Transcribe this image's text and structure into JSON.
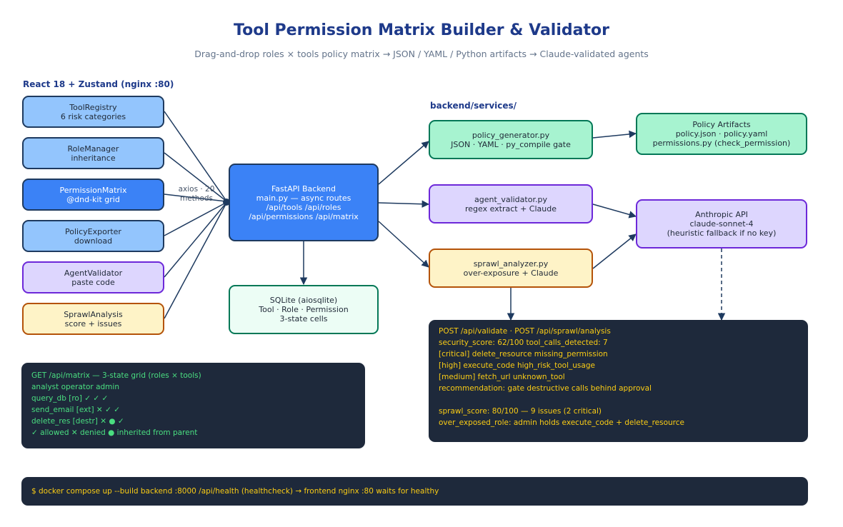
{
  "header": {
    "title": "Tool Permission Matrix Builder & Validator",
    "subtitle": "Drag-and-drop roles × tools policy matrix → JSON / YAML / Python artifacts → Claude-validated agents"
  },
  "frontend": {
    "label": "React 18 + Zustand (nginx :80)",
    "components": [
      {
        "name": "ToolRegistry",
        "detail": "6 risk categories"
      },
      {
        "name": "RoleManager",
        "detail": "inheritance"
      },
      {
        "name": "PermissionMatrix",
        "detail": "@dnd-kit grid"
      },
      {
        "name": "PolicyExporter",
        "detail": "download"
      },
      {
        "name": "AgentValidator",
        "detail": "paste code"
      },
      {
        "name": "SprawlAnalysis",
        "detail": "score + issues"
      }
    ]
  },
  "connection": {
    "label_line1": "axios · 20",
    "label_line2": "methods"
  },
  "backend": {
    "title": "FastAPI Backend",
    "lines": [
      "main.py — async routes",
      "/api/tools /api/roles",
      "/api/permissions /api/matrix"
    ]
  },
  "database": {
    "title": "SQLite (aiosqlite)",
    "lines": [
      "Tool · Role · Permission",
      "3-state cells"
    ]
  },
  "services": {
    "label": "backend/services/",
    "policy_generator": {
      "title": "policy_generator.py",
      "detail": "JSON · YAML · py_compile gate"
    },
    "agent_validator": {
      "title": "agent_validator.py",
      "detail": "regex extract + Claude"
    },
    "sprawl_analyzer": {
      "title": "sprawl_analyzer.py",
      "detail": "over-exposure + Claude"
    }
  },
  "artifacts": {
    "title": "Policy Artifacts",
    "lines": [
      "policy.json · policy.yaml",
      "permissions.py (check_permission)"
    ]
  },
  "anthropic": {
    "title": "Anthropic API",
    "lines": [
      "claude-sonnet-4",
      "(heuristic fallback if no key)"
    ]
  },
  "matrix_panel": {
    "header": "GET /api/matrix — 3-state grid (roles × tools)",
    "lines": [
      "analyst operator admin",
      "query_db [ro] ✓ ✓ ✓",
      "send_email [ext] ✕ ✓ ✓",
      "delete_res [destr] ✕ ● ✓",
      "✓ allowed ✕ denied ● inherited from parent"
    ]
  },
  "validate_panel": {
    "header": "POST /api/validate · POST /api/sprawl/analysis",
    "lines": [
      "security_score: 62/100 tool_calls_detected: 7",
      "[critical] delete_resource missing_permission",
      "[high] execute_code high_risk_tool_usage",
      "[medium] fetch_url unknown_tool",
      "recommendation: gate destructive calls behind approval",
      "",
      "sprawl_score: 80/100 — 9 issues (2 critical)",
      "over_exposed_role: admin holds execute_code + delete_resource"
    ]
  },
  "footer": {
    "command": "$ docker compose up --build backend :8000 /api/health (healthcheck) → frontend nginx :80 waits for healthy"
  },
  "colors": {
    "arrow": "#1e3a5f",
    "title": "#1e3a8a",
    "terminal_bg": "#1e293b",
    "terminal_green": "#4ade80",
    "terminal_yellow": "#facc15"
  }
}
